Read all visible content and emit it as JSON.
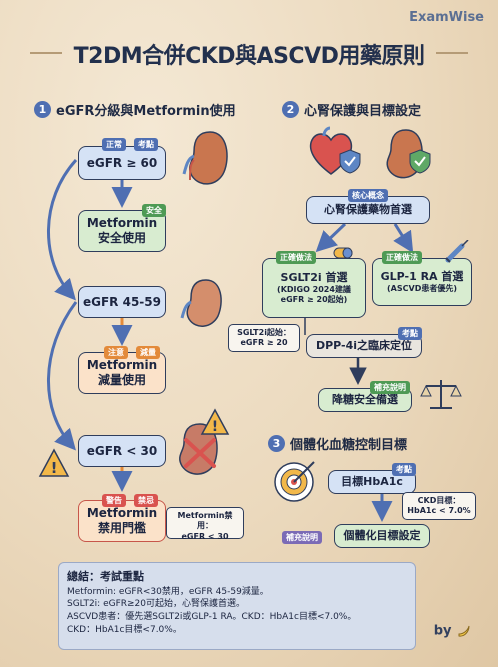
{
  "brand": "ExamWise",
  "title": "T2DM合併CKD與ASCVD用藥原則",
  "section1": {
    "num": "1",
    "title": "eGFR分級與Metformin使用",
    "node_normal": {
      "badges": [
        "正常",
        "考點"
      ],
      "text": "eGFR ≥ 60"
    },
    "node_safe": {
      "badge": "安全",
      "line1": "Metformin",
      "line2": "安全使用"
    },
    "node_mid": {
      "text": "eGFR 45-59"
    },
    "node_reduce": {
      "badges": [
        "注意",
        "減量"
      ],
      "line1": "Metformin",
      "line2": "減量使用"
    },
    "node_low": {
      "text": "eGFR < 30"
    },
    "node_ban": {
      "badges": [
        "警告",
        "禁忌"
      ],
      "line1": "Metformin",
      "line2": "禁用門檻"
    },
    "note_ban": {
      "line1": "Metformin禁用：",
      "line2": "eGFR < 30"
    }
  },
  "section2": {
    "num": "2",
    "title": "心腎保護與目標設定",
    "core": {
      "badge": "核心概念",
      "text": "心腎保護藥物首選"
    },
    "sglt2": {
      "badge": "正確做法",
      "line1": "SGLT2i 首選",
      "line2": "(KDIGO 2024建議",
      "line3": "eGFR ≥ 20起始)"
    },
    "glp1": {
      "badge": "正確做法",
      "line1": "GLP-1 RA 首選",
      "line2": "(ASCVD患者優先)"
    },
    "note_sglt2": {
      "line1": "SGLT2i起始：",
      "line2": "eGFR ≥ 20"
    },
    "dpp4": {
      "badge": "考點",
      "text": "DPP-4i之臨床定位"
    },
    "backup": {
      "badge": "補充說明",
      "text": "降糖安全備選"
    }
  },
  "section3": {
    "num": "3",
    "title": "個體化血糖控制目標",
    "target": {
      "badge": "考點",
      "text": "目標HbA1c"
    },
    "note_ckd": {
      "line1": "CKD目標：",
      "line2": "HbA1c < 7.0%"
    },
    "individual": {
      "badge": "補充說明",
      "text": "個體化目標設定"
    }
  },
  "summary": {
    "title": "總結：考試重點",
    "lines": [
      "Metformin: eGFR<30禁用，eGFR 45-59減量。",
      "SGLT2i: eGFR≥20可起始，心腎保護首選。",
      "ASCVD患者：優先選SGLT2i或GLP-1 RA。CKD：HbA1c目標<7.0%。",
      "CKD：HbA1c目標<7.0%。"
    ]
  },
  "byline": "by",
  "colors": {
    "primary": "#4f6fb2",
    "green": "#4e9a55",
    "orange": "#e38a3a",
    "red": "#d9534f",
    "ink": "#1f2a44"
  },
  "icons": [
    "kidney-icon",
    "heart-icon",
    "shield-icon",
    "pill-icon",
    "syringe-icon",
    "warning-icon",
    "scale-icon",
    "target-icon",
    "banana-icon"
  ]
}
